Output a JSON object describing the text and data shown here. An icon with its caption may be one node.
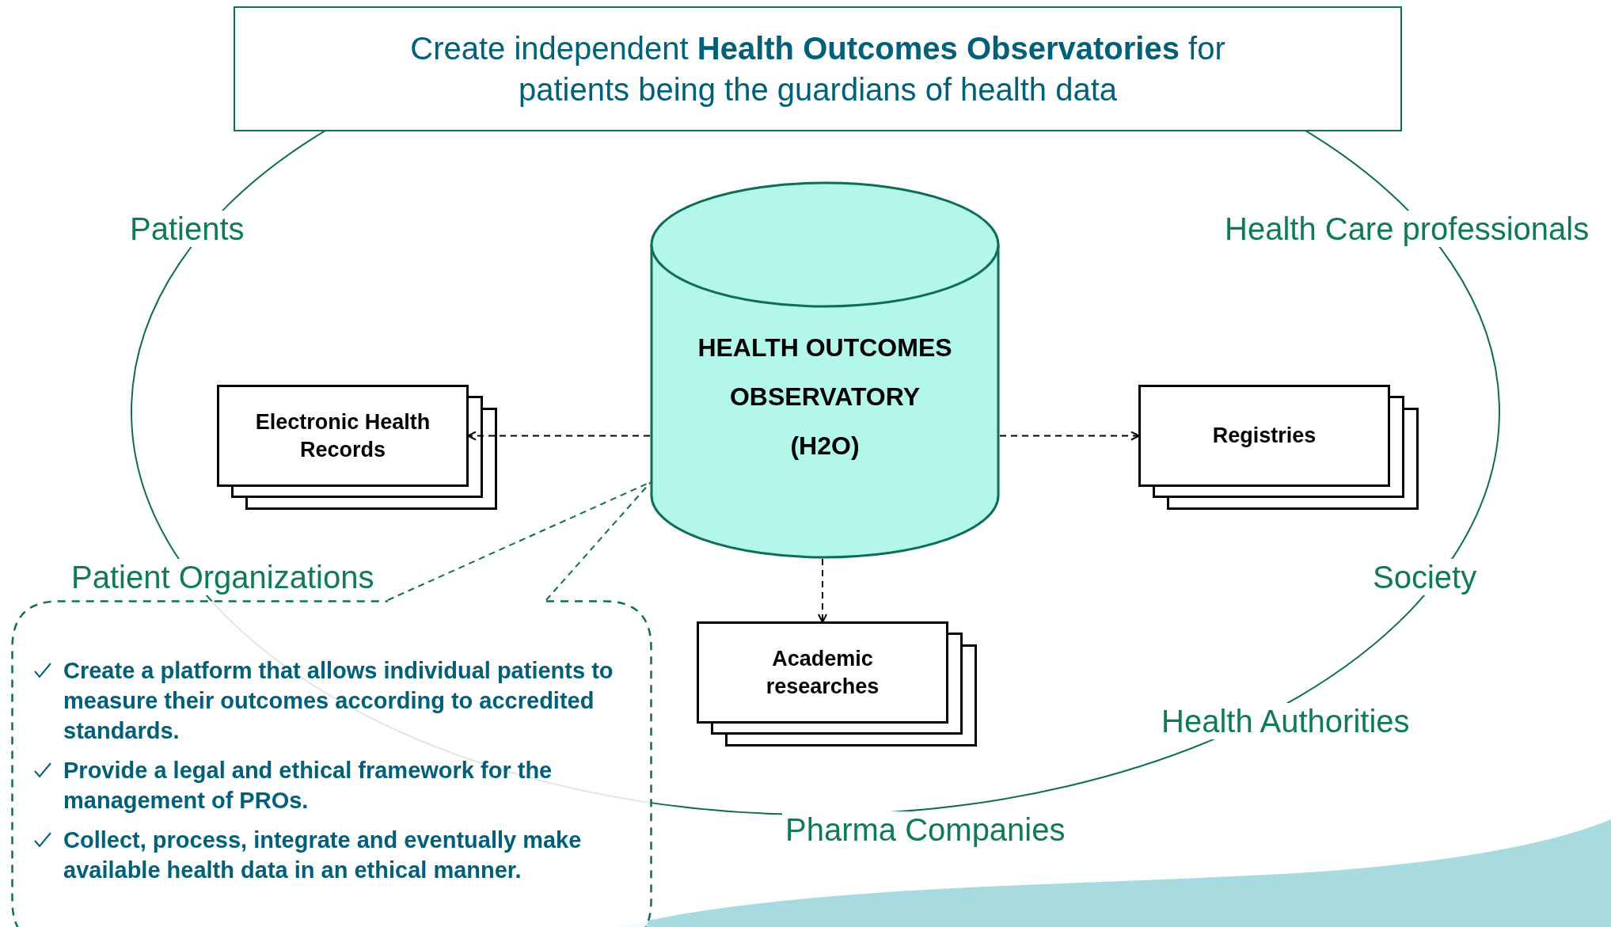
{
  "diagram": {
    "nodes": [
      {
        "text": [
          "Create independent **Health Outcomes Observatories** for patients being the guardians of health data"
        ]
      },
      {
        "text": [
          "HEALTH OUTCOMES",
          "OBSERVATORY",
          "(H2O)"
        ]
      },
      {
        "text": [
          "Electronic Health Records"
        ]
      },
      {
        "text": [
          "Registries"
        ]
      },
      {
        "text": [
          "Academic researches"
        ]
      },
      {
        "text": [
          "Create a platform that allows individual patients to measure their outcomes according to accredited standards.",
          "Provide a legal and ethical framework for the management of PROs.",
          "Collect, process, integrate and eventually make available health data in an ethical manner."
        ]
      }
    ],
    "edges": [
      {
        "from": 1,
        "to": 2,
        "arrow": "to",
        "style": "dashed"
      },
      {
        "from": 1,
        "to": 3,
        "arrow": "to",
        "style": "dashed"
      },
      {
        "from": 1,
        "to": 4,
        "arrow": "to",
        "style": "dashed"
      },
      {
        "from": 5,
        "to": 1,
        "arrow": "none",
        "style": "dashed",
        "color": "#0e6e55"
      }
    ],
    "labels": [
      "Patients",
      "Health Care professionals",
      "Patient Organizations",
      "Society",
      "Health Authorities",
      "Pharma Companies"
    ]
  }
}
